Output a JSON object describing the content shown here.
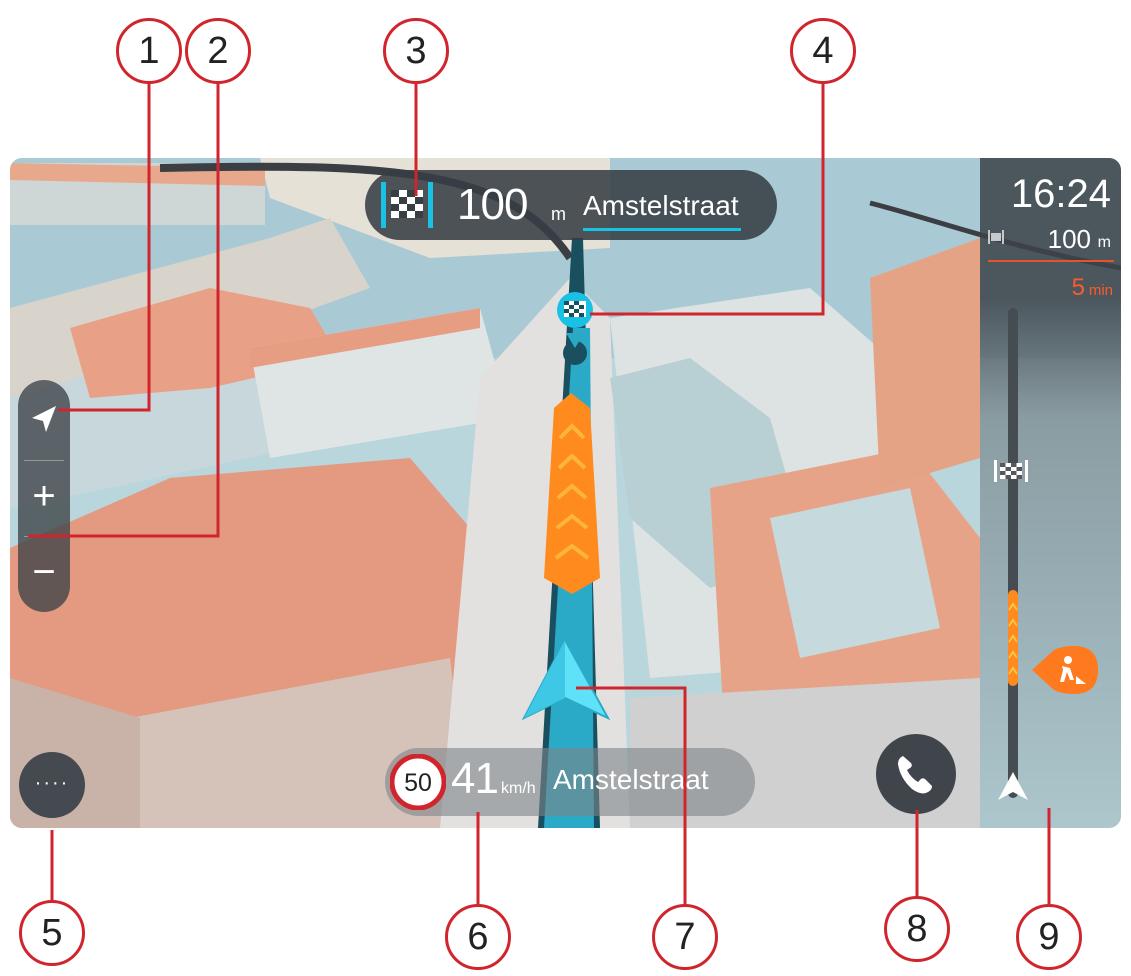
{
  "instruction_panel": {
    "distance": "100",
    "unit": "m",
    "street": "Amstelstraat",
    "icon": "destination-flag-icon"
  },
  "route_bar": {
    "arrival_time": "16:24",
    "remaining_distance": "100",
    "remaining_distance_unit": "m",
    "remaining_time": "5",
    "remaining_time_unit": "min",
    "icons": [
      "destination-flag-icon",
      "traffic-delay-icon",
      "roadworks-icon",
      "current-location-icon"
    ]
  },
  "map_controls": {
    "view_switch_icon": "navigation-arrow-icon",
    "zoom_in_label": "+",
    "zoom_out_label": "−"
  },
  "main_menu": {
    "label": "····"
  },
  "speed_panel": {
    "speed_limit": "50",
    "current_speed": "41",
    "speed_unit": "km/h",
    "street": "Amstelstraat"
  },
  "call_button": {
    "icon": "phone-icon"
  },
  "callouts": [
    "1",
    "2",
    "3",
    "4",
    "5",
    "6",
    "7",
    "8",
    "9"
  ],
  "colors": {
    "route_blue": "#29a9c4",
    "traffic_orange": "#ff8a1e",
    "highlight_cyan": "#19c1e4",
    "callout_red": "#d0252d",
    "time_red": "#ff5a2b",
    "building_roof": "#e8a186",
    "panel_dark": "#373e44"
  }
}
